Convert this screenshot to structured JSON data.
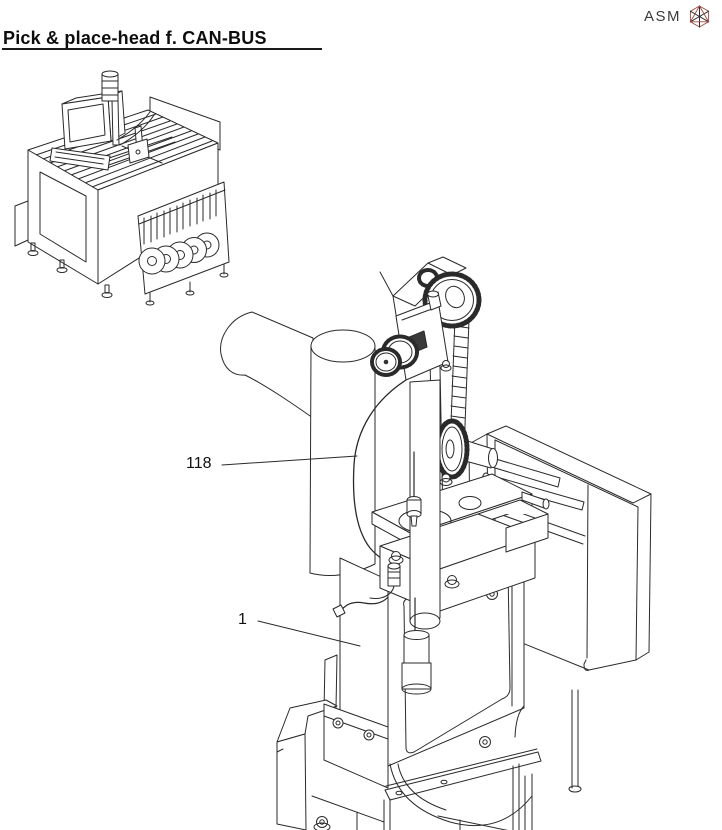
{
  "header": {
    "title": "Pick & place-head f. CAN-BUS"
  },
  "logo": {
    "text": "ASM",
    "accent_color": "#9a4a42",
    "text_color": "#3a3a3a"
  },
  "figure": {
    "line_color": "#2a2a2a",
    "drawings": {
      "overview": "placement-machine-overview",
      "main": "pick-and-place-head-assembly"
    },
    "callouts": [
      {
        "label": "118"
      },
      {
        "label": "1"
      }
    ]
  }
}
